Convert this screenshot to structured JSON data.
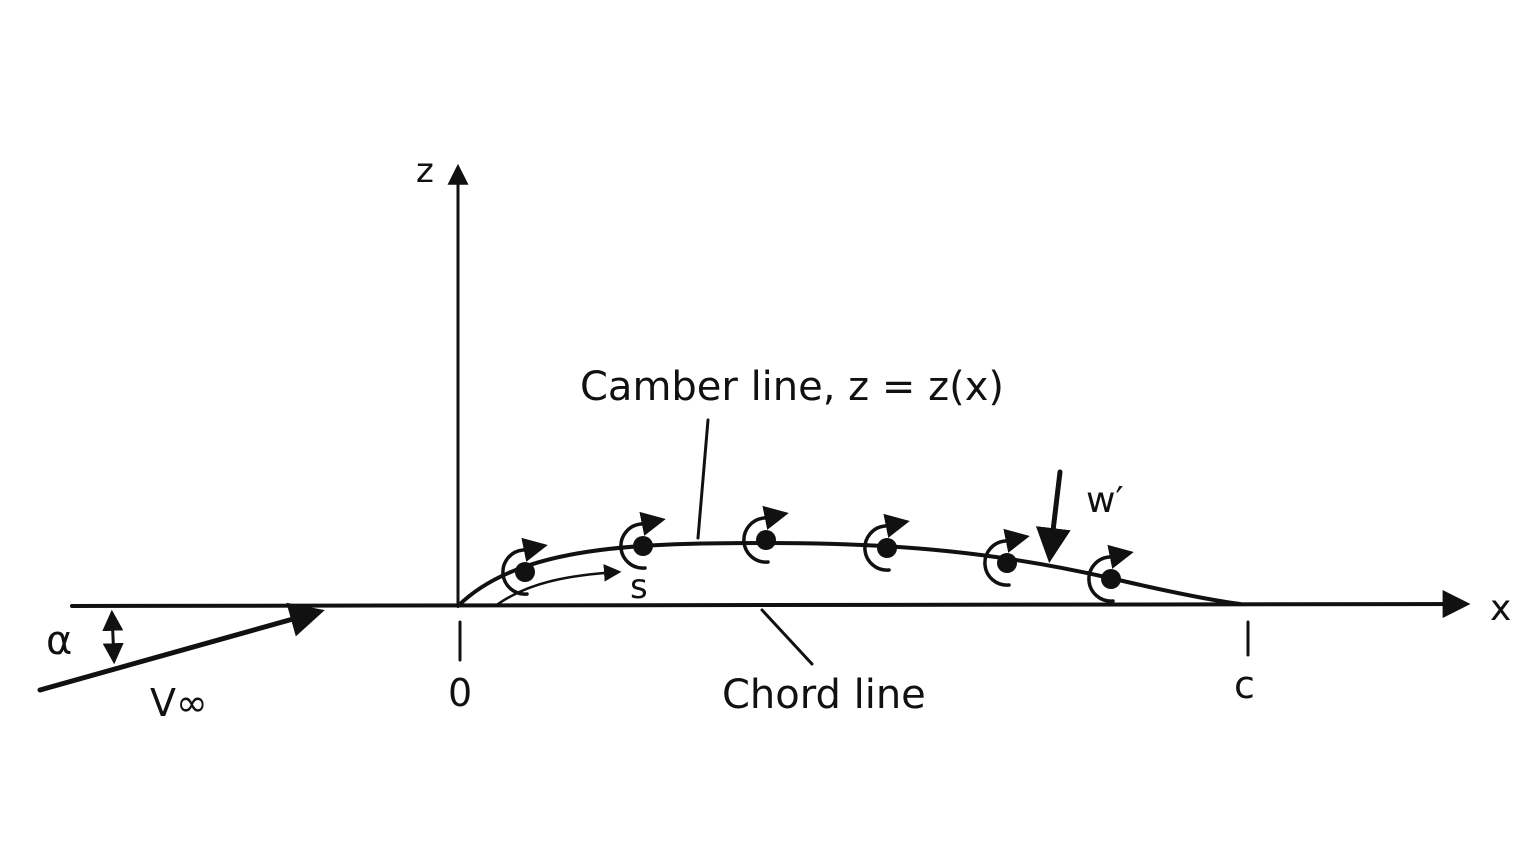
{
  "labels": {
    "z_axis": "z",
    "x_axis": "x",
    "origin": "0",
    "chord_end": "c",
    "camber_line": "Camber line, z = z(x)",
    "chord_line": "Chord line",
    "arc_length": "s",
    "induced_velocity": "w′",
    "angle_of_attack": "α",
    "freestream": "V∞"
  },
  "vortex_count": 6,
  "colors": {
    "ink": "#111111",
    "background": "#ffffff"
  }
}
